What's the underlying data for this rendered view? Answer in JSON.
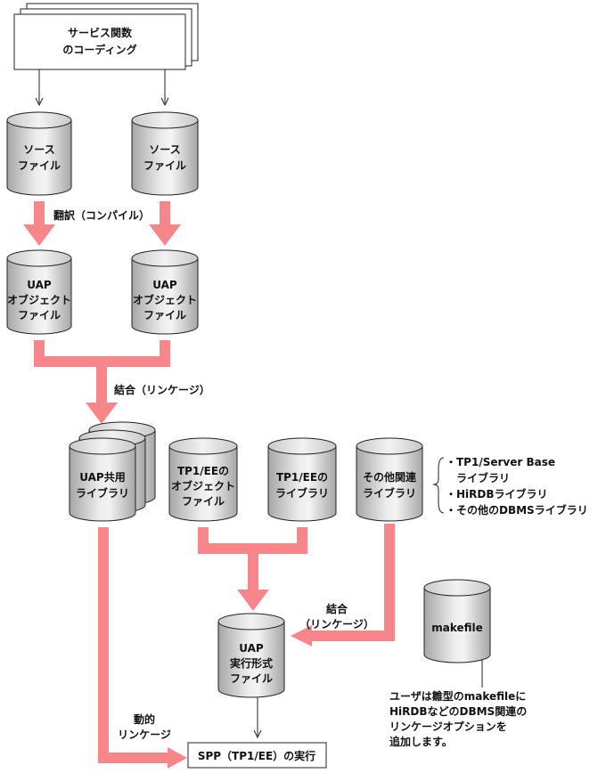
{
  "start": {
    "line1": "サービス関数",
    "line2": "のコーディング"
  },
  "source1": {
    "line1": "ソース",
    "line2": "ファイル"
  },
  "source2": {
    "line1": "ソース",
    "line2": "ファイル"
  },
  "step_compile": "翻訳（コンパイル）",
  "obj1": {
    "line1": "UAP",
    "line2": "オブジェクト",
    "line3": "ファイル"
  },
  "obj2": {
    "line1": "UAP",
    "line2": "オブジェクト",
    "line3": "ファイル"
  },
  "step_link": "結合（リンケージ）",
  "uap_lib": {
    "line1": "UAP共用",
    "line2": "ライブラリ"
  },
  "tp1_obj": {
    "line1": "TP1/EEの",
    "line2": "オブジェクト",
    "line3": "ファイル"
  },
  "tp1_lib": {
    "line1": "TP1/EEの",
    "line2": "ライブラリ"
  },
  "other_lib": {
    "line1": "その他関連",
    "line2": "ライブラリ"
  },
  "lib_list": [
    "・TP1/Server Base",
    "　ライブラリ",
    "・HiRDBライブラリ",
    "・その他のDBMSライブラリ"
  ],
  "step_link2": {
    "line1": "結合",
    "line2": "（リンケージ）"
  },
  "exe": {
    "line1": "UAP",
    "line2": "実行形式",
    "line3": "ファイル"
  },
  "makefile": "makefile",
  "makefile_note": [
    "ユーザは雛型のmakefileに",
    "HiRDBなどのDBMS関連の",
    "リンケージオプションを",
    "追加します。"
  ],
  "step_dynamic": {
    "line1": "動的",
    "line2": "リンケージ"
  },
  "spp": "SPP（TP1/EE）の実行",
  "colors": {
    "arrow": "#f7868a",
    "cylinder_dark": "#a9a9a9",
    "cylinder_light": "#ececec"
  }
}
